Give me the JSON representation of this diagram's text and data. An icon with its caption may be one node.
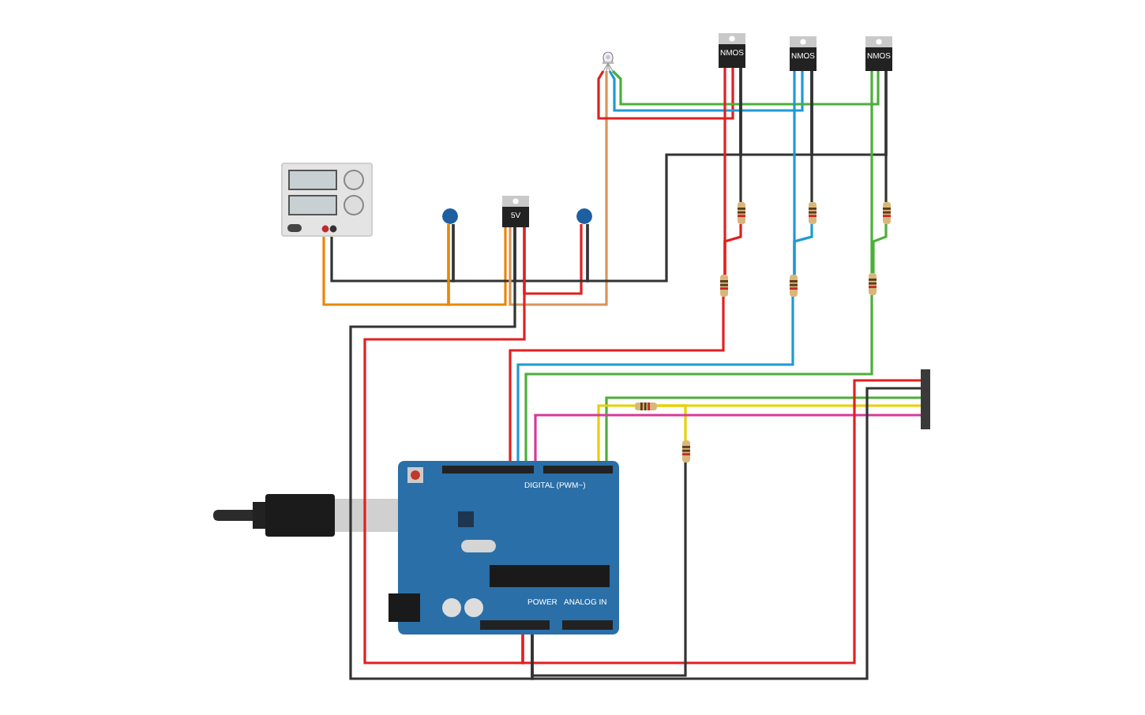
{
  "diagram": {
    "nodes": [
      {
        "text": [],
        "shape": "picture"
      },
      {
        "text": [],
        "shape": "circle"
      },
      {
        "text": [
          "5V"
        ]
      },
      {
        "text": [],
        "shape": "circle"
      },
      {
        "text": [],
        "shape": "picture"
      },
      {
        "text": [
          "NMOS"
        ]
      },
      {
        "text": [
          "NMOS"
        ]
      },
      {
        "text": [
          "NMOS"
        ]
      },
      {
        "text": [],
        "shape": "resistor"
      },
      {
        "text": [],
        "shape": "resistor"
      },
      {
        "text": [],
        "shape": "resistor"
      },
      {
        "text": [],
        "shape": "resistor"
      },
      {
        "text": [],
        "shape": "resistor"
      },
      {
        "text": [],
        "shape": "resistor"
      },
      {
        "text": [
          "DIGITAL (PWM~)",
          "POWER",
          "ANALOG IN"
        ]
      },
      {
        "text": [],
        "shape": "resistor"
      },
      {
        "text": [],
        "shape": "resistor"
      },
      {
        "text": [],
        "shape": "bar"
      }
    ],
    "edges": [
      {
        "from": 0,
        "to": 1,
        "arrow": "none",
        "color": "#e8870a"
      },
      {
        "from": 0,
        "to": 1,
        "arrow": "none",
        "color": "#333333"
      },
      {
        "from": 1,
        "to": 2,
        "arrow": "none",
        "color": "#e8870a"
      },
      {
        "from": 1,
        "to": 2,
        "arrow": "none",
        "color": "#333333"
      },
      {
        "from": 2,
        "to": 3,
        "arrow": "none",
        "color": "#e02020"
      },
      {
        "from": 2,
        "to": 3,
        "arrow": "none",
        "color": "#333333"
      },
      {
        "from": 4,
        "to": 2,
        "arrow": "none",
        "color": "#d9935a"
      },
      {
        "from": 4,
        "to": 5,
        "arrow": "none",
        "color": "#e02020"
      },
      {
        "from": 4,
        "to": 6,
        "arrow": "none",
        "color": "#1e9ad6"
      },
      {
        "from": 4,
        "to": 7,
        "arrow": "none",
        "color": "#4caf3a"
      },
      {
        "from": 3,
        "to": 5,
        "arrow": "none",
        "color": "#333333"
      },
      {
        "from": 5,
        "to": 6,
        "arrow": "none",
        "color": "#333333"
      },
      {
        "from": 6,
        "to": 7,
        "arrow": "none",
        "color": "#333333"
      },
      {
        "from": 5,
        "to": 8,
        "arrow": "none",
        "color": "#333333"
      },
      {
        "from": 6,
        "to": 9,
        "arrow": "none",
        "color": "#333333"
      },
      {
        "from": 7,
        "to": 10,
        "arrow": "none",
        "color": "#333333"
      },
      {
        "from": 8,
        "to": 11,
        "arrow": "none",
        "color": "#e02020"
      },
      {
        "from": 9,
        "to": 12,
        "arrow": "none",
        "color": "#1e9ad6"
      },
      {
        "from": 10,
        "to": 13,
        "arrow": "none",
        "color": "#4caf3a"
      },
      {
        "from": 5,
        "to": 11,
        "arrow": "none",
        "color": "#e02020"
      },
      {
        "from": 6,
        "to": 12,
        "arrow": "none",
        "color": "#1e9ad6"
      },
      {
        "from": 7,
        "to": 13,
        "arrow": "none",
        "color": "#4caf3a"
      },
      {
        "from": 11,
        "to": 14,
        "arrow": "none",
        "color": "#e02020"
      },
      {
        "from": 12,
        "to": 14,
        "arrow": "none",
        "color": "#1e9ad6"
      },
      {
        "from": 13,
        "to": 14,
        "arrow": "none",
        "color": "#4caf3a"
      },
      {
        "from": 14,
        "to": 17,
        "arrow": "none",
        "color": "#4caf3a"
      },
      {
        "from": 14,
        "to": 15,
        "arrow": "none",
        "color": "#e8d000"
      },
      {
        "from": 15,
        "to": 17,
        "arrow": "none",
        "color": "#e8d000"
      },
      {
        "from": 15,
        "to": 16,
        "arrow": "none",
        "color": "#e8d000"
      },
      {
        "from": 14,
        "to": 17,
        "arrow": "none",
        "color": "#d63a9a"
      },
      {
        "from": 17,
        "to": 14,
        "arrow": "none",
        "color": "#e02020"
      },
      {
        "from": 2,
        "to": 14,
        "arrow": "none",
        "color": "#e02020"
      },
      {
        "from": 2,
        "to": 14,
        "arrow": "none",
        "color": "#333333"
      },
      {
        "from": 17,
        "to": 14,
        "arrow": "none",
        "color": "#333333"
      },
      {
        "from": 16,
        "to": 14,
        "arrow": "none",
        "color": "#333333"
      }
    ]
  }
}
